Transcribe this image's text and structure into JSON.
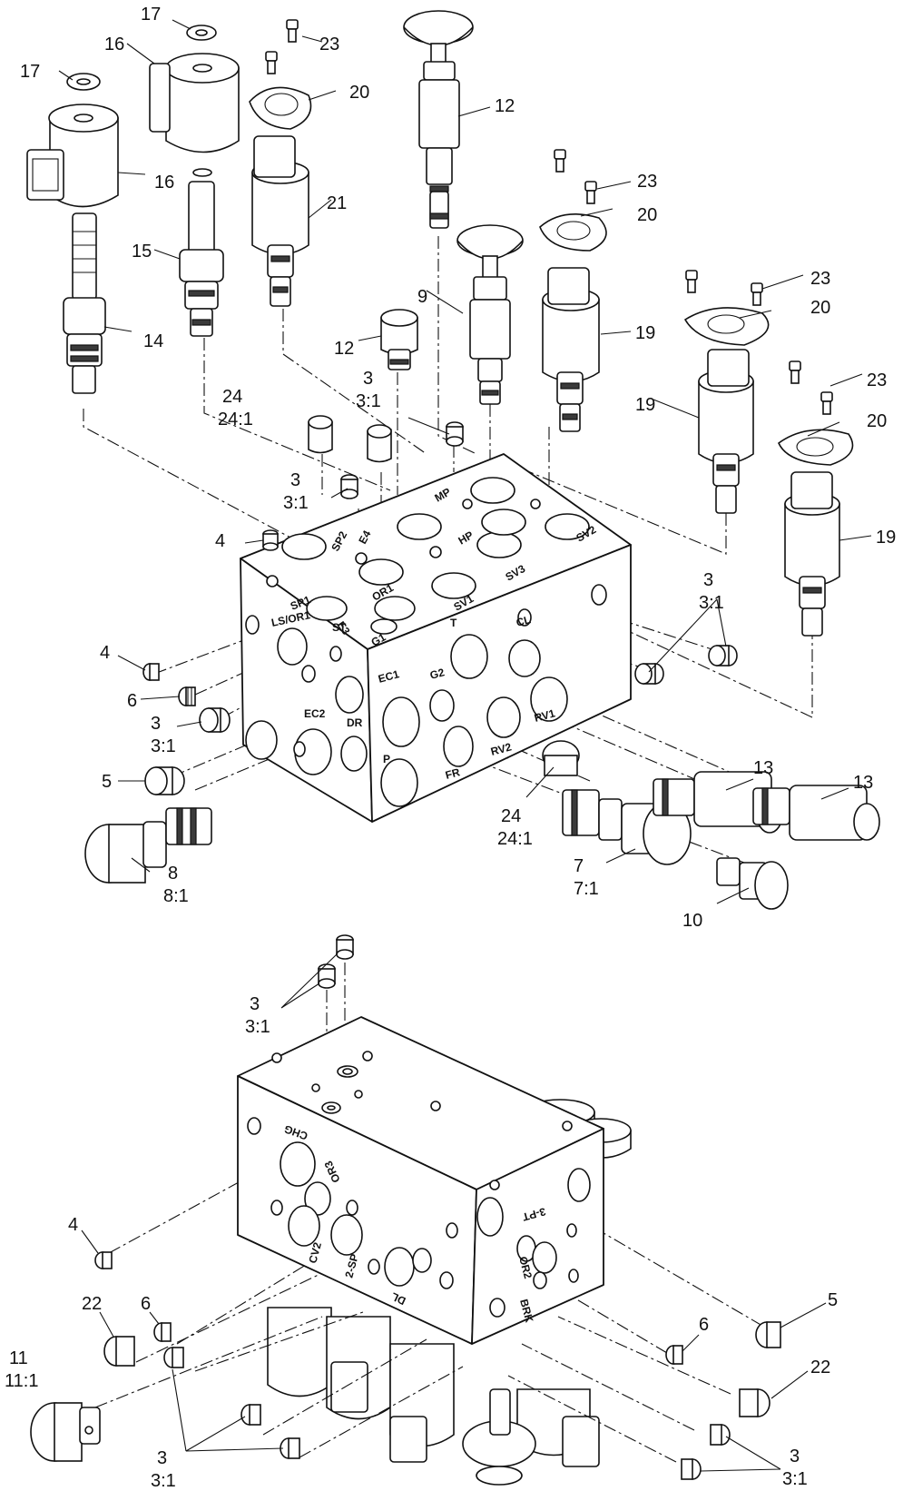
{
  "diagram": {
    "top_callouts": [
      {
        "id": "c17a",
        "text": "17"
      },
      {
        "id": "c16a",
        "text": "16"
      },
      {
        "id": "c23a",
        "text": "23"
      },
      {
        "id": "c20a",
        "text": "20"
      },
      {
        "id": "c17b",
        "text": "17"
      },
      {
        "id": "c16b",
        "text": "16"
      },
      {
        "id": "c21",
        "text": "21"
      },
      {
        "id": "c15",
        "text": "15"
      },
      {
        "id": "c14",
        "text": "14"
      },
      {
        "id": "c12a",
        "text": "12"
      },
      {
        "id": "c23b",
        "text": "23"
      },
      {
        "id": "c20b",
        "text": "20"
      },
      {
        "id": "c9",
        "text": "9"
      },
      {
        "id": "c19a",
        "text": "19"
      },
      {
        "id": "c12b",
        "text": "12"
      },
      {
        "id": "c3a",
        "text": "3"
      },
      {
        "id": "c3a_ratio",
        "text": "3:1"
      },
      {
        "id": "c24a",
        "text": "24"
      },
      {
        "id": "c24a_ratio",
        "text": "24:1"
      },
      {
        "id": "c23c",
        "text": "23"
      },
      {
        "id": "c20c",
        "text": "20"
      },
      {
        "id": "c19b",
        "text": "19"
      },
      {
        "id": "c23d",
        "text": "23"
      },
      {
        "id": "c20d",
        "text": "20"
      },
      {
        "id": "c3b",
        "text": "3"
      },
      {
        "id": "c3b_ratio",
        "text": "3:1"
      },
      {
        "id": "c4a",
        "text": "4"
      },
      {
        "id": "c19c",
        "text": "19"
      },
      {
        "id": "c3c",
        "text": "3"
      },
      {
        "id": "c3c_ratio",
        "text": "3:1"
      },
      {
        "id": "c4b",
        "text": "4"
      },
      {
        "id": "c6a",
        "text": "6"
      },
      {
        "id": "c3d",
        "text": "3"
      },
      {
        "id": "c3d_ratio",
        "text": "3:1"
      },
      {
        "id": "c5a",
        "text": "5"
      },
      {
        "id": "c13a",
        "text": "13"
      },
      {
        "id": "c13b",
        "text": "13"
      },
      {
        "id": "c24b",
        "text": "24"
      },
      {
        "id": "c24b_ratio",
        "text": "24:1"
      },
      {
        "id": "c8",
        "text": "8"
      },
      {
        "id": "c8_ratio",
        "text": "8:1"
      },
      {
        "id": "c7",
        "text": "7"
      },
      {
        "id": "c7_ratio",
        "text": "7:1"
      },
      {
        "id": "c10",
        "text": "10"
      }
    ],
    "bottom_callouts": [
      {
        "id": "d3a",
        "text": "3"
      },
      {
        "id": "d3a_ratio",
        "text": "3:1"
      },
      {
        "id": "d4",
        "text": "4"
      },
      {
        "id": "d5",
        "text": "5"
      },
      {
        "id": "d6a",
        "text": "6"
      },
      {
        "id": "d22a",
        "text": "22"
      },
      {
        "id": "d11",
        "text": "11"
      },
      {
        "id": "d11_ratio",
        "text": "11:1"
      },
      {
        "id": "d6b",
        "text": "6"
      },
      {
        "id": "d22b",
        "text": "22"
      },
      {
        "id": "d3b",
        "text": "3"
      },
      {
        "id": "d3b_ratio",
        "text": "3:1"
      },
      {
        "id": "d3c",
        "text": "3"
      },
      {
        "id": "d3c_ratio",
        "text": "3:1"
      }
    ],
    "top_ports": {
      "sp1": "SP1",
      "sp2": "SP2",
      "e4": "E4",
      "e3": "E3",
      "mp": "MP",
      "hp": "HP",
      "sv2": "SV2",
      "sv3": "SV3",
      "sv1": "SV1",
      "or1": "OR1",
      "g1": "G1",
      "ls_or1": "LS/OR1",
      "st": "ST",
      "t": "T",
      "cl": "CL",
      "ec1": "EC1",
      "g2": "G2",
      "rv1": "RV1",
      "ec2": "EC2",
      "dr": "DR",
      "rv2": "RV2",
      "p": "P",
      "fr": "FR"
    },
    "bottom_ports": {
      "chg": "CHG",
      "or3": "OR3",
      "cv2": "CV2",
      "sp2": "2-SP",
      "dl": "DL",
      "pt3": "3-PT",
      "or2": "OR2",
      "brk": "BRK"
    }
  }
}
